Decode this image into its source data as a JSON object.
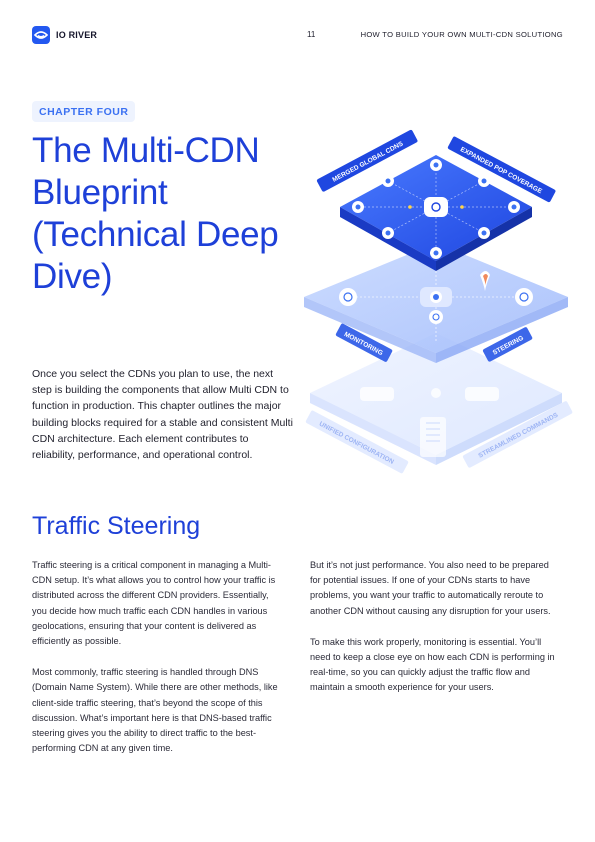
{
  "header": {
    "brand": "IO RIVER",
    "page_number": "11",
    "doc_title": "HOW TO BUILD YOUR OWN MULTI-CDN SOLUTIONG"
  },
  "chapter": {
    "tag_prefix": "CHAPTER ",
    "tag_number": "FOUR",
    "title": "The Multi-CDN Blueprint (Technical Deep Dive)",
    "intro": "Once you select the CDNs you plan to use, the next step is building the components that allow Multi CDN to function in production. This chapter outlines the major building blocks required for a stable and consistent Multi CDN architecture. Each element contributes to reliability, performance, and operational control."
  },
  "illustration": {
    "labels": {
      "merged": "MERGED GLOBAL CDNS",
      "expanded": "EXPANDED POP COVERAGE",
      "monitoring": "MONITORING",
      "steering": "STEERING",
      "unified": "UNIFIED CONFIGURATION",
      "streamlined": "STREAMLINED COMMANDS"
    },
    "colors": {
      "top_layer": "#2358f0",
      "label_bg": "#1f47e0",
      "accent": "#3b71f2"
    }
  },
  "section": {
    "title": "Traffic Steering",
    "left": [
      "Traffic steering is a critical component in managing a Multi-CDN setup. It’s what allows you to control how your traffic is distributed across the different CDN providers. Essentially, you decide how much traffic each CDN handles in various geolocations, ensuring that your content is delivered as efficiently as possible.",
      "Most commonly, traffic steering is handled through DNS (Domain Name System). While there are other methods, like client-side traffic steering, that’s beyond the scope of this discussion. What’s important here is that DNS-based traffic steering gives you the ability to direct traffic to the best-performing CDN at any given time."
    ],
    "right": [
      "But it’s not just performance. You also need to be prepared for potential issues. If one of your CDNs starts to have problems, you want your traffic to automatically reroute to another CDN without causing any disruption for your users.",
      "To make this work properly, monitoring is essential. You’ll need to keep a close eye on how each CDN is performing in real-time, so you can quickly adjust the traffic flow and maintain a smooth experience for your users."
    ]
  }
}
